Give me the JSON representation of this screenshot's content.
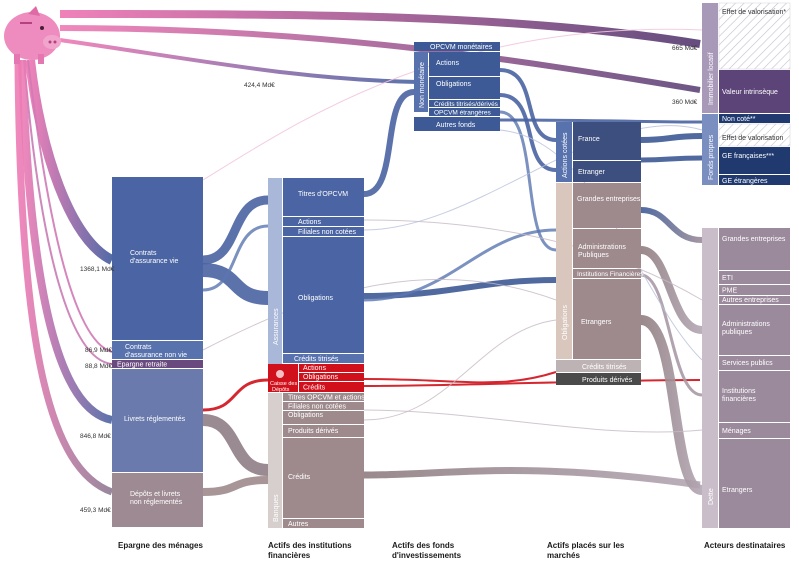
{
  "columns": {
    "c1": "Epargne des ménages",
    "c2a": "Actifs des institutions",
    "c2b": "financières",
    "c3a": "Actifs des fonds",
    "c3b": "d'investissements",
    "c4a": "Actifs placés sur les",
    "c4b": "marchés",
    "c5": "Acteurs destinataires"
  },
  "values": {
    "v_immo_valo": "665 Md€",
    "v_immo_intr": "360 Md€",
    "v_opcvm": "424,4 Md€",
    "v_av": "1368,1 Md€",
    "v_anv": "86,9 Md€",
    "v_er": "88,8 Md€",
    "v_lr": "846,8 Md€",
    "v_dep": "459,3 Md€"
  },
  "savings": {
    "av_a": "Contrats",
    "av_b": "d'assurance vie",
    "anv_a": "Contrats",
    "anv_b": "d'assurance non vie",
    "er": "Epargne retraite",
    "lr": "Livrets réglementés",
    "dep_a": "Dépôts et livrets",
    "dep_b": "non réglementés"
  },
  "institutions": {
    "assurances": "Assurances",
    "banques": "Banques",
    "caisse_a": "Caisse des",
    "caisse_b": "Dépôts",
    "a_titres": "Titres d'OPCVM",
    "a_actions": "Actions",
    "a_filiales": "Filiales non cotées",
    "a_oblig": "Obligations",
    "a_credits": "Crédits titrisés",
    "c_actions": "Actions",
    "c_oblig": "Obligations",
    "c_credits": "Crédits",
    "b_titres": "Titres OPCVM et actions",
    "b_filiales": "Filiales non cotées",
    "b_oblig": "Obligations",
    "b_derives": "Produits dérivés",
    "b_credits": "Crédits",
    "b_autres": "Autres"
  },
  "funds": {
    "non_monetaire": "Non monétaire",
    "opcvm_mon": "OPCVM monétaires",
    "actions": "Actions",
    "oblig": "Obligations",
    "credits": "Crédits titrisés/dérivés",
    "etrangeres": "OPCVM étrangères",
    "autres": "Autres fonds"
  },
  "markets": {
    "actions_cotees": "Actions cotées",
    "obligations": "Obligations",
    "france": "France",
    "etranger": "Etranger",
    "ge_a": "Grandes entreprises",
    "ap_a": "Administrations",
    "ap_b": "Publiques",
    "instit": "Institutions Financières",
    "etrangers": "Etrangers",
    "credits_titrises": "Crédits titrisés",
    "produits_derives": "Produits dérivés"
  },
  "targets": {
    "immobilier": "Immobilier locatif",
    "fonds_propres": "Fonds propres",
    "dette": "Dette",
    "effet_valo_star": "Effet de valorisation*",
    "valeur_intr": "Valeur intrinsèque",
    "non_cote": "Non coté**",
    "effet_valo": "Effet de valorisation",
    "ge_fr": "GE françaises***",
    "ge_etr": "GE étrangères",
    "ge": "Grandes entreprises",
    "eti": "ETI",
    "pme": "PME",
    "autres_ent": "Autres entreprises",
    "adm_a": "Administrations",
    "adm_b": "publiques",
    "services": "Services publics",
    "inst_a": "Institutions",
    "inst_b": "financières",
    "menages": "Ménages",
    "etrangers": "Etrangers"
  },
  "colors": {
    "pink": "#e86aa8",
    "blue_dark": "#3d5a96",
    "blue_mid": "#5a76b0",
    "mauve": "#8c7a93",
    "taupe": "#a08e8e",
    "red": "#d0101a",
    "purple": "#6a4a7e"
  }
}
